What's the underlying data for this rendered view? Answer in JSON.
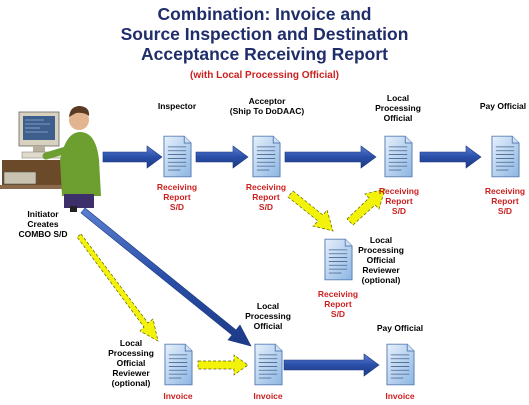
{
  "title": [
    "Combination: Invoice and",
    "Source Inspection and Destination",
    "Acceptance Receiving Report"
  ],
  "subtitle": "(with Local Processing Official)",
  "actors": {
    "initiator": [
      "Initiator",
      "Creates",
      "COMBO S/D"
    ],
    "inspector": [
      "Inspector"
    ],
    "acceptor": [
      "Acceptor",
      "(Ship To DoDAAC)"
    ],
    "lpo_top": [
      "Local",
      "Processing",
      "Official"
    ],
    "pay_official_top": [
      "Pay Official"
    ],
    "lpo_reviewer_mid": [
      "Local",
      "Processing",
      "Official",
      "Reviewer",
      "(optional)"
    ],
    "lpo_reviewer_bottom": [
      "Local",
      "Processing",
      "Official",
      "Reviewer",
      "(optional)"
    ],
    "lpo_bottom": [
      "Local",
      "Processing",
      "Official"
    ],
    "pay_official_bottom": [
      "Pay Official"
    ]
  },
  "documents": {
    "rr_inspector": [
      "Receiving",
      "Report",
      "S/D"
    ],
    "rr_acceptor": [
      "Receiving",
      "Report",
      "S/D"
    ],
    "rr_lpo": [
      "Receiving",
      "Report",
      "S/D"
    ],
    "rr_pay": [
      "Receiving",
      "Report",
      "S/D"
    ],
    "rr_reviewer": [
      "Receiving",
      "Report",
      "S/D"
    ],
    "inv_reviewer": [
      "Invoice"
    ],
    "inv_lpo": [
      "Invoice"
    ],
    "inv_pay": [
      "Invoice"
    ]
  },
  "colors": {
    "title": "#1f2d6b",
    "accent_red": "#cc1f1f",
    "arrow_blue": "#2a4fa8",
    "arrow_yellow": "#f2f20a",
    "doc_blue": "#9fc3ea"
  }
}
